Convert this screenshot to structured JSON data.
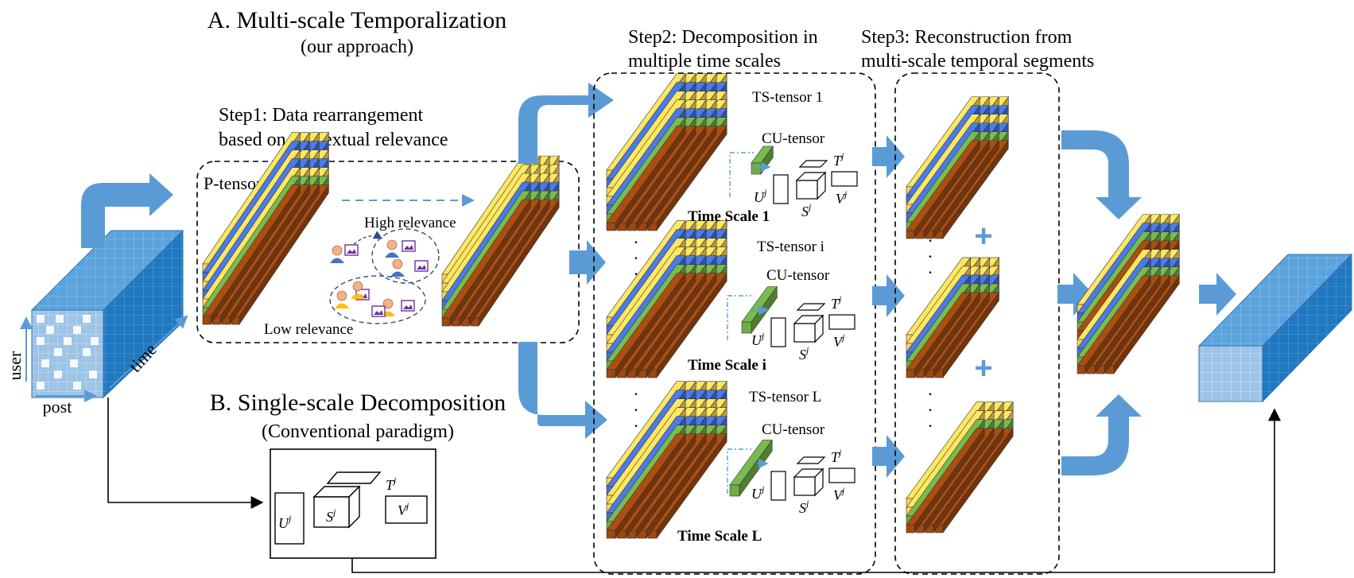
{
  "title_a": "A. Multi-scale Temporalization",
  "title_a_sub": "(our approach)",
  "step1_line1": "Step1: Data rearrangement",
  "step1_line2": "based on contextual relevance",
  "step2_line1": "Step2: Decomposition in",
  "step2_line2": "multiple time scales",
  "step3_line1": "Step3: Reconstruction from",
  "step3_line2": "multi-scale temporal segments",
  "title_b": "B. Single-scale Decomposition",
  "title_b_sub": "(Conventional paradigm)",
  "p_tensor": "P-tensor",
  "high_relevance": "High relevance",
  "low_relevance": "Low relevance",
  "axis_user": "user",
  "axis_post": "post",
  "axis_time": "time",
  "ts_tensor_1": "TS-tensor 1",
  "ts_tensor_i": "TS-tensor i",
  "ts_tensor_L": "TS-tensor L",
  "cu_tensor": "CU-tensor",
  "time_scale_1": "Time Scale 1",
  "time_scale_i": "Time Scale i",
  "time_scale_L": "Time Scale L",
  "factor_u": "U",
  "factor_s": "S",
  "factor_t": "T",
  "factor_v": "V",
  "superscript_j": "j",
  "plus": "+",
  "ellipsis": "·",
  "colors": {
    "yellow": "#FFD75A",
    "blue": "#4472DB",
    "green": "#70AD47",
    "brown": "#A0480F",
    "arrow": "#5B9BD5",
    "cube_front": "#9DC3E6",
    "cube_top": "#5BA3DC",
    "cube_side": "#1F78C0"
  }
}
